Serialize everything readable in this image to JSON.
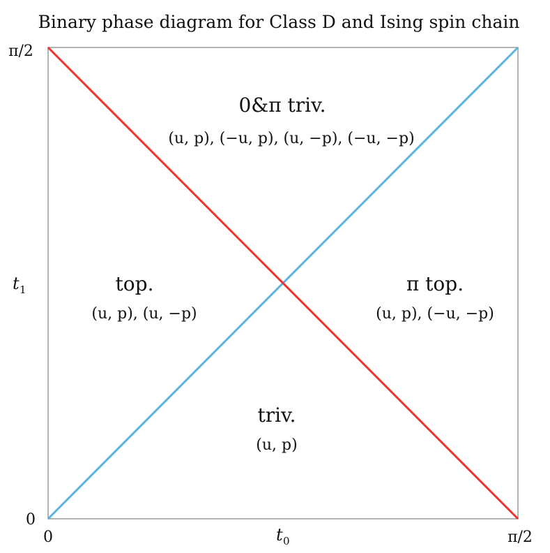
{
  "title": "Binary phase diagram for Class D and Ising spin chain",
  "axes": {
    "x_label": "t",
    "x_label_sub": "0",
    "y_label": "t",
    "y_label_sub": "1",
    "x_ticks": [
      "0",
      "π/2"
    ],
    "y_ticks": [
      "0",
      "π/2"
    ]
  },
  "lines": {
    "red": {
      "color": "#f0322d",
      "from": "top-left",
      "to": "bottom-right"
    },
    "blue": {
      "color": "#5ab4e0",
      "from": "bottom-left",
      "to": "top-right"
    }
  },
  "frame_color": "#9a9a9a",
  "regions": {
    "top": {
      "name": "0&π triv.",
      "states": "(u, p), (−u, p), (u, −p), (−u, −p)"
    },
    "left": {
      "name": "top.",
      "states": "(u, p), (u, −p)"
    },
    "right": {
      "name": "π top.",
      "states": "(u, p), (−u, −p)"
    },
    "bottom": {
      "name": "triv.",
      "states": "(u, p)"
    }
  }
}
